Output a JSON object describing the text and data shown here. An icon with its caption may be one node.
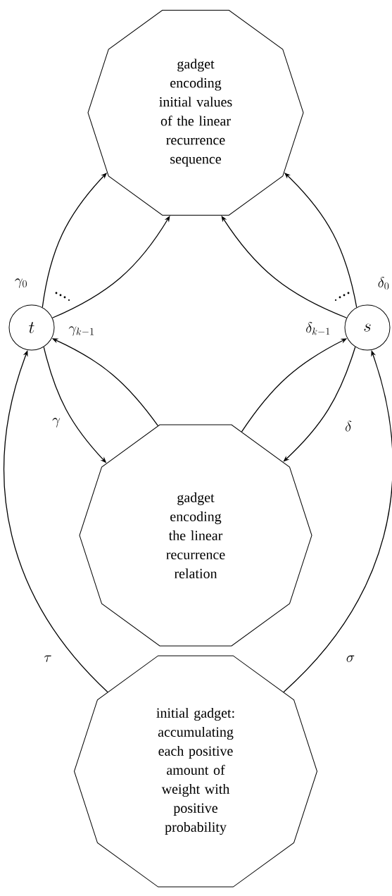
{
  "diagram": {
    "nodes": [
      {
        "text": [
          "gadget encoding initial values of the linear recurrence sequence"
        ]
      },
      {
        "text": [
          "t"
        ]
      },
      {
        "text": [
          "s"
        ]
      },
      {
        "text": [
          "gadget encoding the linear recurrence relation"
        ]
      },
      {
        "text": [
          "initial gadget: accumulating each positive amount of weight with positive probability"
        ]
      }
    ],
    "edges": [
      {
        "from": 1,
        "to": 0,
        "arrow": "to",
        "label": "\\gamma_0"
      },
      {
        "from": 1,
        "to": 0,
        "arrow": "to",
        "label": "\\gamma_{k-1}"
      },
      {
        "from": 2,
        "to": 0,
        "arrow": "to",
        "label": "\\delta_0"
      },
      {
        "from": 2,
        "to": 0,
        "arrow": "to",
        "label": "\\delta_{k-1}"
      },
      {
        "from": 1,
        "to": 3,
        "arrow": "to",
        "label": "\\gamma"
      },
      {
        "from": 3,
        "to": 1,
        "arrow": "to"
      },
      {
        "from": 2,
        "to": 3,
        "arrow": "to",
        "label": "\\delta"
      },
      {
        "from": 3,
        "to": 2,
        "arrow": "to"
      },
      {
        "from": 4,
        "to": 1,
        "arrow": "to",
        "label": "\\tau"
      },
      {
        "from": 4,
        "to": 2,
        "arrow": "to",
        "label": "\\sigma"
      }
    ]
  }
}
